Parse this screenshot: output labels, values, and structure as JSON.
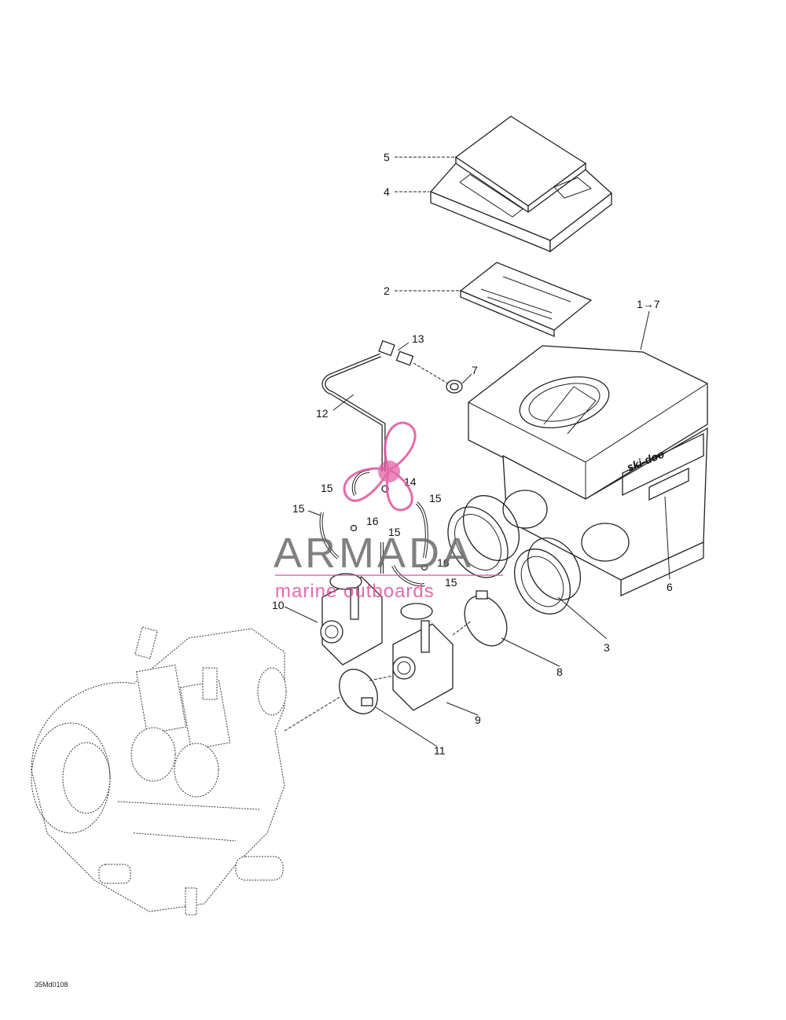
{
  "callouts": {
    "c5": "5",
    "c4": "4",
    "c2": "2",
    "c1_7": "1→7",
    "c13": "13",
    "c7": "7",
    "c12": "12",
    "c14": "14",
    "c15a": "15",
    "c15b": "15",
    "c15c": "15",
    "c15d": "15",
    "c15e": "15",
    "c16a": "16",
    "c16b": "16",
    "c10": "10",
    "c6": "6",
    "c3": "3",
    "c8": "8",
    "c9": "9",
    "c11": "11"
  },
  "airbox_logo": "ski-doo",
  "watermark": {
    "brand": "ARMADA",
    "tagline": "marine outboards",
    "color_gray": "#6b6b6b",
    "color_pink": "#e0529c"
  },
  "drawing_code": "35Md0108"
}
